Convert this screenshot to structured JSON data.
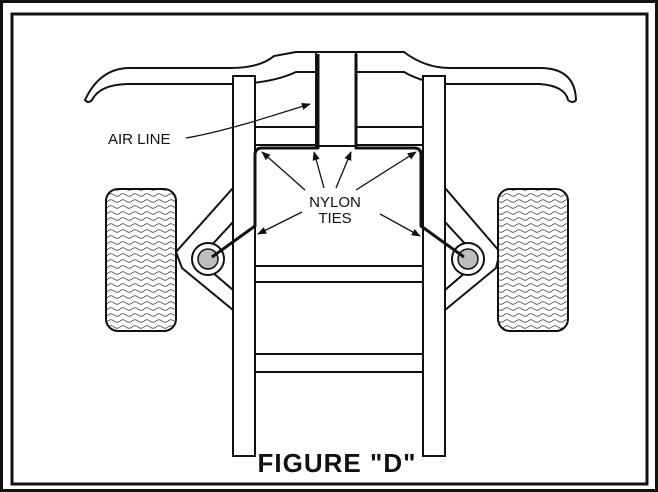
{
  "labels": {
    "air_line": "AIR LINE",
    "nylon": "NYLON",
    "ties": "TIES"
  },
  "caption": "FIGURE \"D\"",
  "colors": {
    "ink": "#111111",
    "background": "#ffffff"
  }
}
